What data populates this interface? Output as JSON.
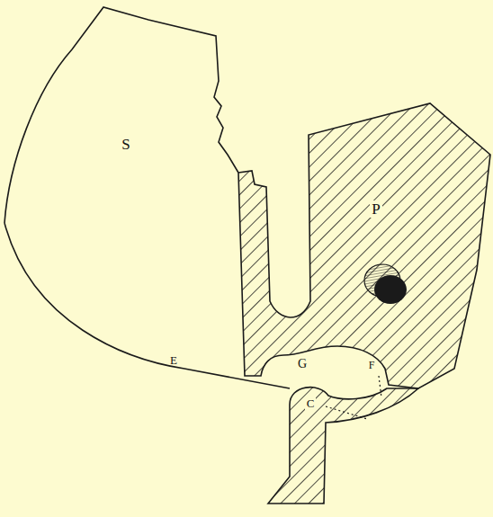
{
  "diagram": {
    "labels": [
      "S",
      "P",
      "G",
      "F",
      "E",
      "C"
    ]
  }
}
